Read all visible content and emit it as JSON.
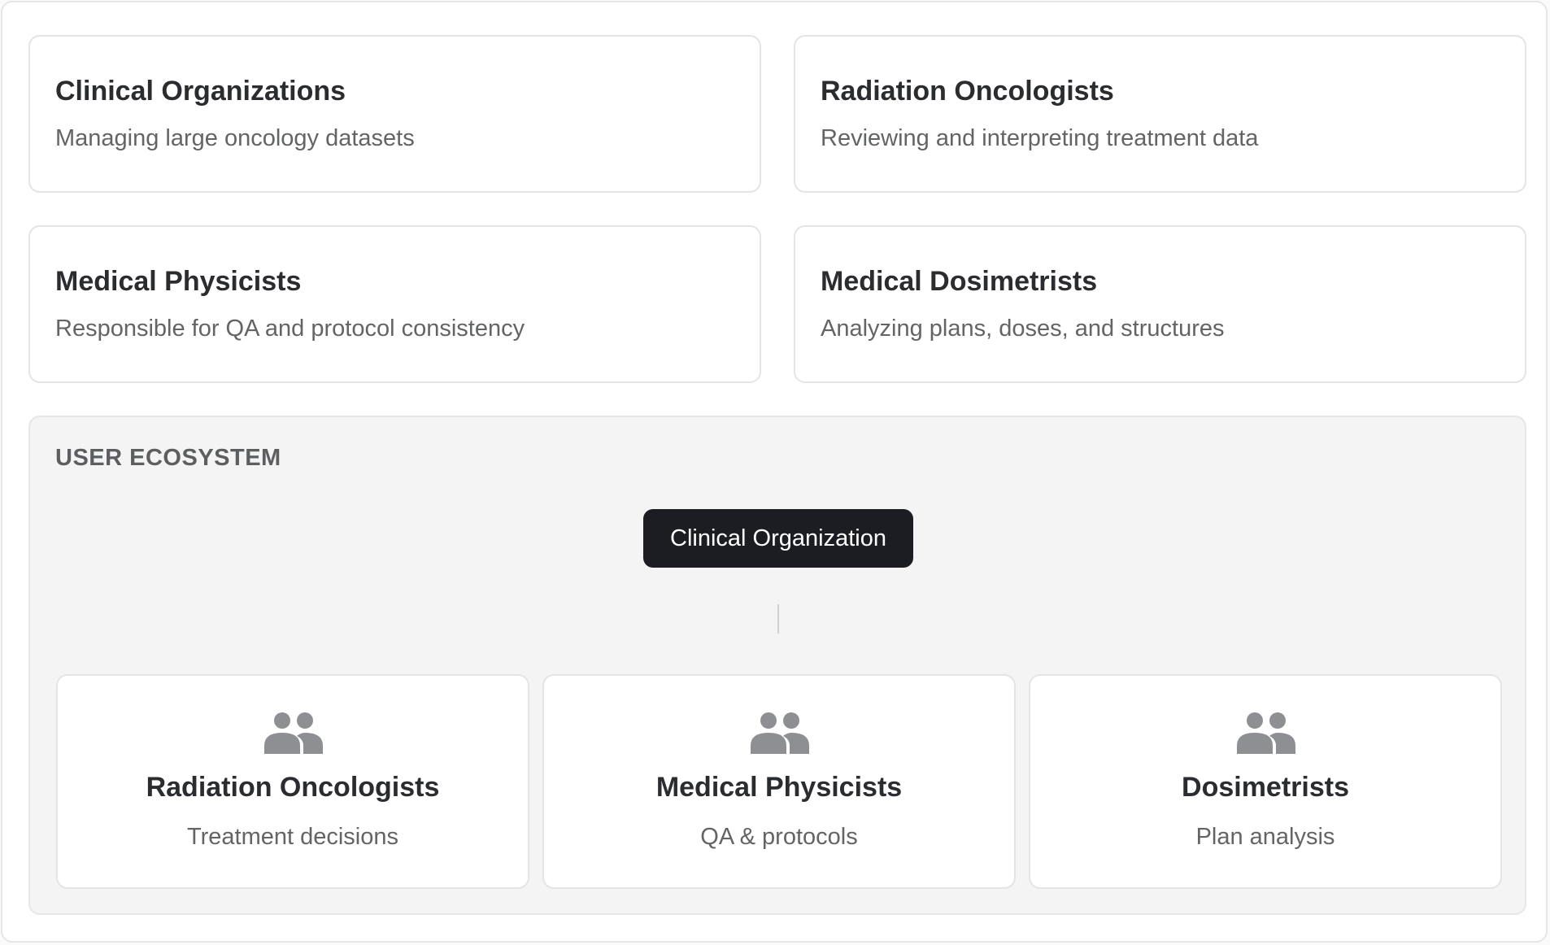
{
  "cards": [
    {
      "title": "Clinical Organizations",
      "desc": "Managing large oncology datasets"
    },
    {
      "title": "Radiation Oncologists",
      "desc": "Reviewing and interpreting treatment data"
    },
    {
      "title": "Medical Physicists",
      "desc": "Responsible for QA and protocol consistency"
    },
    {
      "title": "Medical Dosimetrists",
      "desc": "Analyzing plans, doses, and structures"
    }
  ],
  "ecosystem": {
    "label": "USER ECOSYSTEM",
    "root": "Clinical Organization",
    "roles": [
      {
        "title": "Radiation Oncologists",
        "desc": "Treatment decisions",
        "icon": "users-icon"
      },
      {
        "title": "Medical Physicists",
        "desc": "QA & protocols",
        "icon": "users-icon"
      },
      {
        "title": "Dosimetrists",
        "desc": "Plan analysis",
        "icon": "users-icon"
      }
    ]
  },
  "colors": {
    "node_bg": "#1b1d22",
    "icon": "#8e8f93",
    "panel_bg": "#f4f4f4"
  }
}
